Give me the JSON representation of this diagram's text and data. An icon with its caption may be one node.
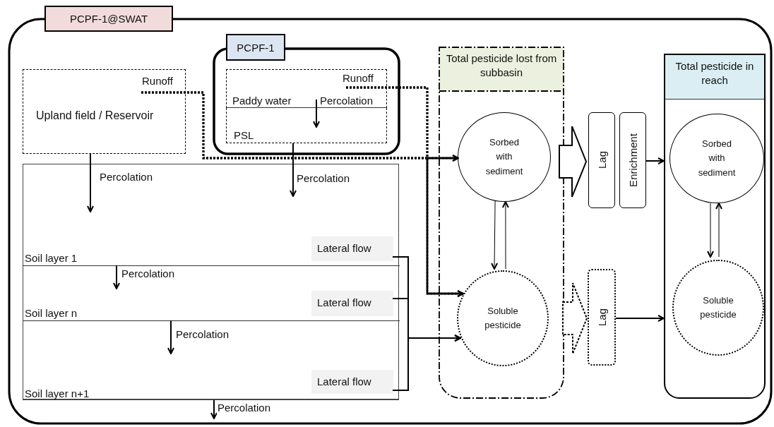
{
  "diagram": {
    "nodes": [
      {
        "text": [
          "PCPF-1@SWAT"
        ]
      },
      {
        "text": [
          "Upland field / Reservoir"
        ],
        "in": 0
      },
      {
        "text": [
          "Runoff"
        ],
        "in": 1
      },
      {
        "text": [
          "PCPF-1"
        ],
        "in": 0
      },
      {
        "text": [
          "Paddy water"
        ],
        "in": 3
      },
      {
        "text": [
          "Runoff"
        ],
        "in": 4
      },
      {
        "text": [
          "PSL"
        ],
        "in": 3
      },
      {
        "text": [],
        "shape": "box",
        "in": 0
      },
      {
        "text": [
          "Soil layer 1"
        ],
        "in": 7
      },
      {
        "text": [
          "Soil layer n"
        ],
        "in": 7
      },
      {
        "text": [
          "Soil layer n+1"
        ],
        "in": 7
      },
      {
        "text": [
          "Lateral flow"
        ],
        "in": 8
      },
      {
        "text": [
          "Lateral flow"
        ],
        "in": 9
      },
      {
        "text": [
          "Lateral flow"
        ],
        "in": 10
      },
      {
        "text": [
          "Total pesticide lost from subbasin"
        ],
        "in": 0
      },
      {
        "text": [
          "Sorbed with sediment"
        ],
        "in": 14
      },
      {
        "text": [
          "Soluble pesticide"
        ],
        "in": 14
      },
      {
        "text": [
          "Lag"
        ],
        "in": 0
      },
      {
        "text": [
          "Enrichment"
        ],
        "in": 0
      },
      {
        "text": [
          "Lag"
        ],
        "in": 0
      },
      {
        "text": [
          "Total pesticide in reach"
        ],
        "in": 0
      },
      {
        "text": [
          "Sorbed with sediment"
        ],
        "in": 20
      },
      {
        "text": [
          "Soluble pesticide"
        ],
        "in": 20
      }
    ],
    "edges": [
      {
        "from": 1,
        "to": 8,
        "arrow": "to",
        "label": "Percolation"
      },
      {
        "from": 4,
        "to": 6,
        "arrow": "to",
        "label": "Percolation"
      },
      {
        "from": 6,
        "to": 8,
        "arrow": "to",
        "label": "Percolation"
      },
      {
        "from": 8,
        "to": 9,
        "arrow": "to",
        "label": "Percolation"
      },
      {
        "from": 9,
        "to": 10,
        "arrow": "to",
        "label": "Percolation"
      },
      {
        "from": 10,
        "to": null,
        "arrow": "to",
        "label": "Percolation"
      },
      {
        "from": 2,
        "to": 15,
        "arrow": "to",
        "style": "dashed"
      },
      {
        "from": 2,
        "to": 16,
        "arrow": "to",
        "style": "dashed"
      },
      {
        "from": 5,
        "to": 15,
        "arrow": "to",
        "style": "dashed"
      },
      {
        "from": 5,
        "to": 16,
        "arrow": "to",
        "style": "dashed"
      },
      {
        "from": 11,
        "to": 16,
        "arrow": "to"
      },
      {
        "from": 12,
        "to": 16,
        "arrow": "to"
      },
      {
        "from": 13,
        "to": 16,
        "arrow": "to"
      },
      {
        "from": 15,
        "to": 17,
        "arrow": "to",
        "style": "thick"
      },
      {
        "from": 15,
        "to": 16,
        "arrow": "to"
      },
      {
        "from": 16,
        "to": 15,
        "arrow": "to"
      },
      {
        "from": 18,
        "to": 20,
        "arrow": "to"
      },
      {
        "from": 16,
        "to": 19,
        "arrow": "to",
        "style": "dashed"
      },
      {
        "from": 19,
        "to": 20,
        "arrow": "to"
      },
      {
        "from": 21,
        "to": 22,
        "arrow": "to"
      },
      {
        "from": 22,
        "to": 21,
        "arrow": "to"
      }
    ]
  }
}
